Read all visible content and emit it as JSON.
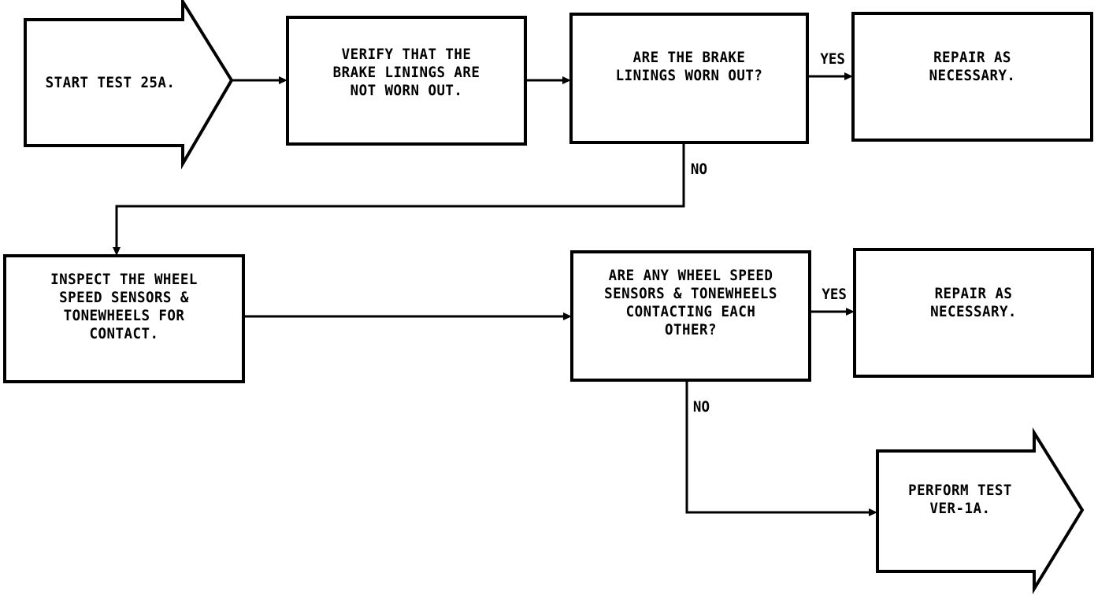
{
  "nodes": {
    "start": {
      "lines": [
        "START TEST 25A."
      ]
    },
    "verify": {
      "lines": [
        "VERIFY THAT THE",
        "BRAKE LININGS ARE",
        "NOT WORN OUT."
      ]
    },
    "q_linings": {
      "lines": [
        "ARE THE BRAKE",
        "LININGS WORN OUT?"
      ]
    },
    "repair_1": {
      "lines": [
        "REPAIR AS",
        "NECESSARY."
      ]
    },
    "inspect": {
      "lines": [
        "INSPECT THE WHEEL",
        "SPEED SENSORS &",
        "TONEWHEELS FOR",
        "CONTACT."
      ]
    },
    "q_contact": {
      "lines": [
        "ARE ANY WHEEL SPEED",
        "SENSORS & TONEWHEELS",
        "CONTACTING EACH",
        "OTHER?"
      ]
    },
    "repair_2": {
      "lines": [
        "REPAIR AS",
        "NECESSARY."
      ]
    },
    "perform": {
      "lines": [
        "PERFORM TEST",
        "VER-1A."
      ]
    }
  },
  "branches": {
    "yes_1": "YES",
    "no_1": "NO",
    "yes_2": "YES",
    "no_2": "NO"
  }
}
